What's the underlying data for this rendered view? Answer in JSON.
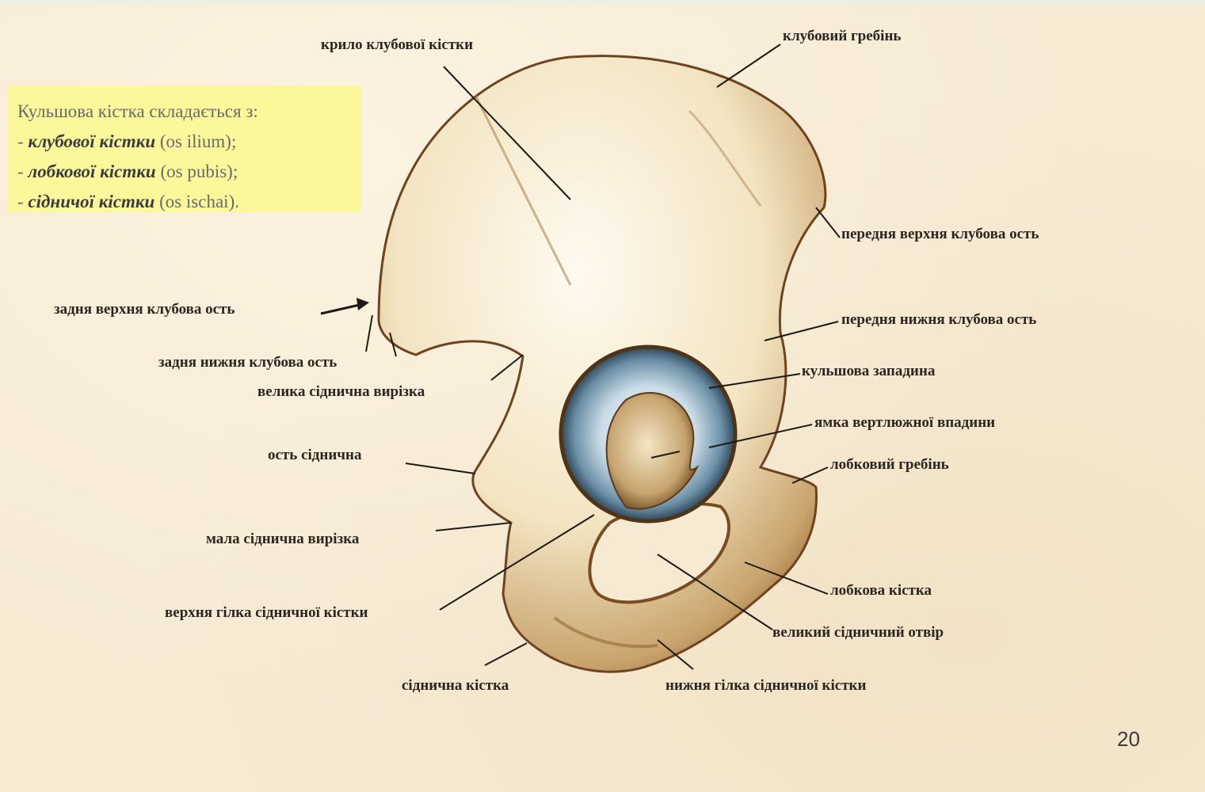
{
  "info_box": {
    "intro": "Кульшова кістка складається з:",
    "items": [
      {
        "prefix": "- ",
        "name": "клубової кістки",
        "latin": " (os ilium);"
      },
      {
        "prefix": "- ",
        "name": "лобкової кістки",
        "latin": " (os pubis);"
      },
      {
        "prefix": "- ",
        "name": "сідничої кістки",
        "latin": " (os ischai)."
      }
    ]
  },
  "labels": {
    "wing_ilium": "крило клубової кістки",
    "iliac_crest": "клубовий гребінь",
    "ant_sup_spine": "передня верхня клубова ость",
    "post_sup_spine": "задня верхня клубова ость",
    "ant_inf_spine": "передня нижня клубова ость",
    "post_inf_spine": "задня нижня клубова ость",
    "acetabulum": "кульшова западина",
    "greater_notch": "велика сіднична вирізка",
    "acetabular_fossa": "ямка вертлюжної впадини",
    "ischial_spine": "ость сіднична",
    "pubic_crest": "лобковий гребінь",
    "lesser_notch": "мала сіднична вирізка",
    "pubic_bone": "лобкова кістка",
    "sup_ramus": "верхня гілка сідничної кістки",
    "obturator": "великий сідничний отвір",
    "ischium": "сіднична кістка",
    "inf_ramus": "нижня гілка сідничної кістки"
  },
  "page_number": "20",
  "colors": {
    "background": "#f6ead3",
    "info_box": "#fbf79b",
    "bone": "#f3e5c2",
    "bone_shadow": "#8a5a2a",
    "acetabulum": "#6b8fa6"
  }
}
